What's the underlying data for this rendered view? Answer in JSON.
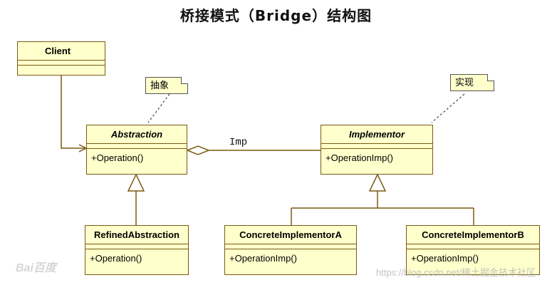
{
  "title": "桥接模式（Bridge）结构图",
  "classes": {
    "client": {
      "name": "Client",
      "operation": ""
    },
    "abstraction": {
      "name": "Abstraction",
      "operation": "+Operation()"
    },
    "implementor": {
      "name": "Implementor",
      "operation": "+OperationImp()"
    },
    "refined_abstraction": {
      "name": "RefinedAbstraction",
      "operation": "+Operation()"
    },
    "concrete_a": {
      "name": "ConcreteImplementorA",
      "operation": "+OperationImp()"
    },
    "concrete_b": {
      "name": "ConcreteImplementorB",
      "operation": "+OperationImp()"
    }
  },
  "notes": {
    "abstraction_note": "抽象",
    "implementation_note": "实现"
  },
  "association_label": "Imp",
  "watermarks": {
    "left": "Bai百度",
    "right": "https://blog.csdn.net/稀土掘金技术社区"
  },
  "colors": {
    "box_fill": "#ffffcc",
    "box_border": "#7a5a14",
    "line": "#7a5a14"
  }
}
